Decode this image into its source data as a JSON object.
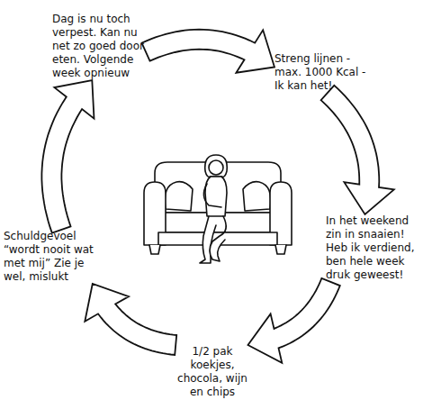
{
  "diagram": {
    "nodes": [
      {
        "text": [
          "Dag is nu toch verpest. Kan nu net zo goed door eten. Volgende week opnieuw"
        ]
      },
      {
        "text": [
          "Streng lijnen - max. 1000 Kcal - Ik kan het!"
        ]
      },
      {
        "text": [
          "In het weekend zin in snaaien! Heb ik verdiend, ben hele week druk geweest!"
        ]
      },
      {
        "text": [
          "Schuldgevoel “wordt nooit wat met mij” Zie je wel, mislukt"
        ]
      },
      {
        "text": [
          "1/2 pak koekjes, chocola, wijn en chips"
        ]
      }
    ],
    "edges": [
      {
        "from": 0,
        "to": 1,
        "arrow": "to"
      },
      {
        "from": 1,
        "to": 2,
        "arrow": "to"
      },
      {
        "from": 2,
        "to": 4,
        "arrow": "to"
      },
      {
        "from": 4,
        "to": 3,
        "arrow": "to"
      },
      {
        "from": 3,
        "to": 0,
        "arrow": "to"
      }
    ]
  }
}
